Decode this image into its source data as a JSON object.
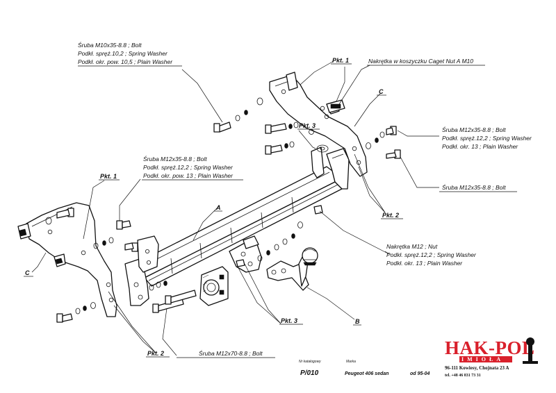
{
  "callouts": {
    "top_left_bolt": [
      "Śruba M10x35-8.8 ;  Bolt",
      "Podkł. spręż.10,2 ; Spring Washer",
      "Podkł. okr. pow. 10,5 ; Plain Washer"
    ],
    "cage_nut": "Nakrętka w koszyczku Caget Nut A M10",
    "right_bolt_group": [
      "Śruba M12x35-8.8 ;  Bolt",
      "Podkł. spręż.12,2 ; Spring Washer",
      "Podkł. okr. 13 ; Plain Washer"
    ],
    "right_bolt_single": "Śruba M12x35-8.8 ;  Bolt",
    "center_bolt": [
      "Śruba M12x35-8.8 ;  Bolt",
      "Podkł. spręż.12,2 ; Spring Washer",
      "Podkł. okr. pow. 13 ; Plain Washer"
    ],
    "nut_group": [
      "Nakrętka  M12 ; Nut",
      "Podkł. spręż.12,2 ; Spring Washer",
      "Podkł. okr. 13 ; Plain Washer"
    ],
    "long_bolt": "Śruba M12x70-8.8 ;  Bolt"
  },
  "points": {
    "pkt1_top": "Pkt. 1",
    "pkt1_left": "Pkt. 1",
    "pkt2_right": "Pkt. 2",
    "pkt2_bottom": "Pkt. 2",
    "pkt3_top": "Pkt. 3",
    "pkt3_bottom": "Pkt. 3"
  },
  "part_letters": {
    "a": "A",
    "b": "B",
    "c_right": "C",
    "c_left": "C"
  },
  "title_block": {
    "catalog_label": "Nr katalogowy",
    "catalog_value": "P/010",
    "brand_label": "Marka",
    "model": "Peugeot 406 sedan",
    "production": "od 95-04"
  },
  "logo": {
    "name": "HAK-POL",
    "sub": "IMIOŁA",
    "address": "96-111 Kowiesy, Chojnata 23 A",
    "phone": "tel. +48 46 831 73 31",
    "brand_color": "#d9202b"
  }
}
